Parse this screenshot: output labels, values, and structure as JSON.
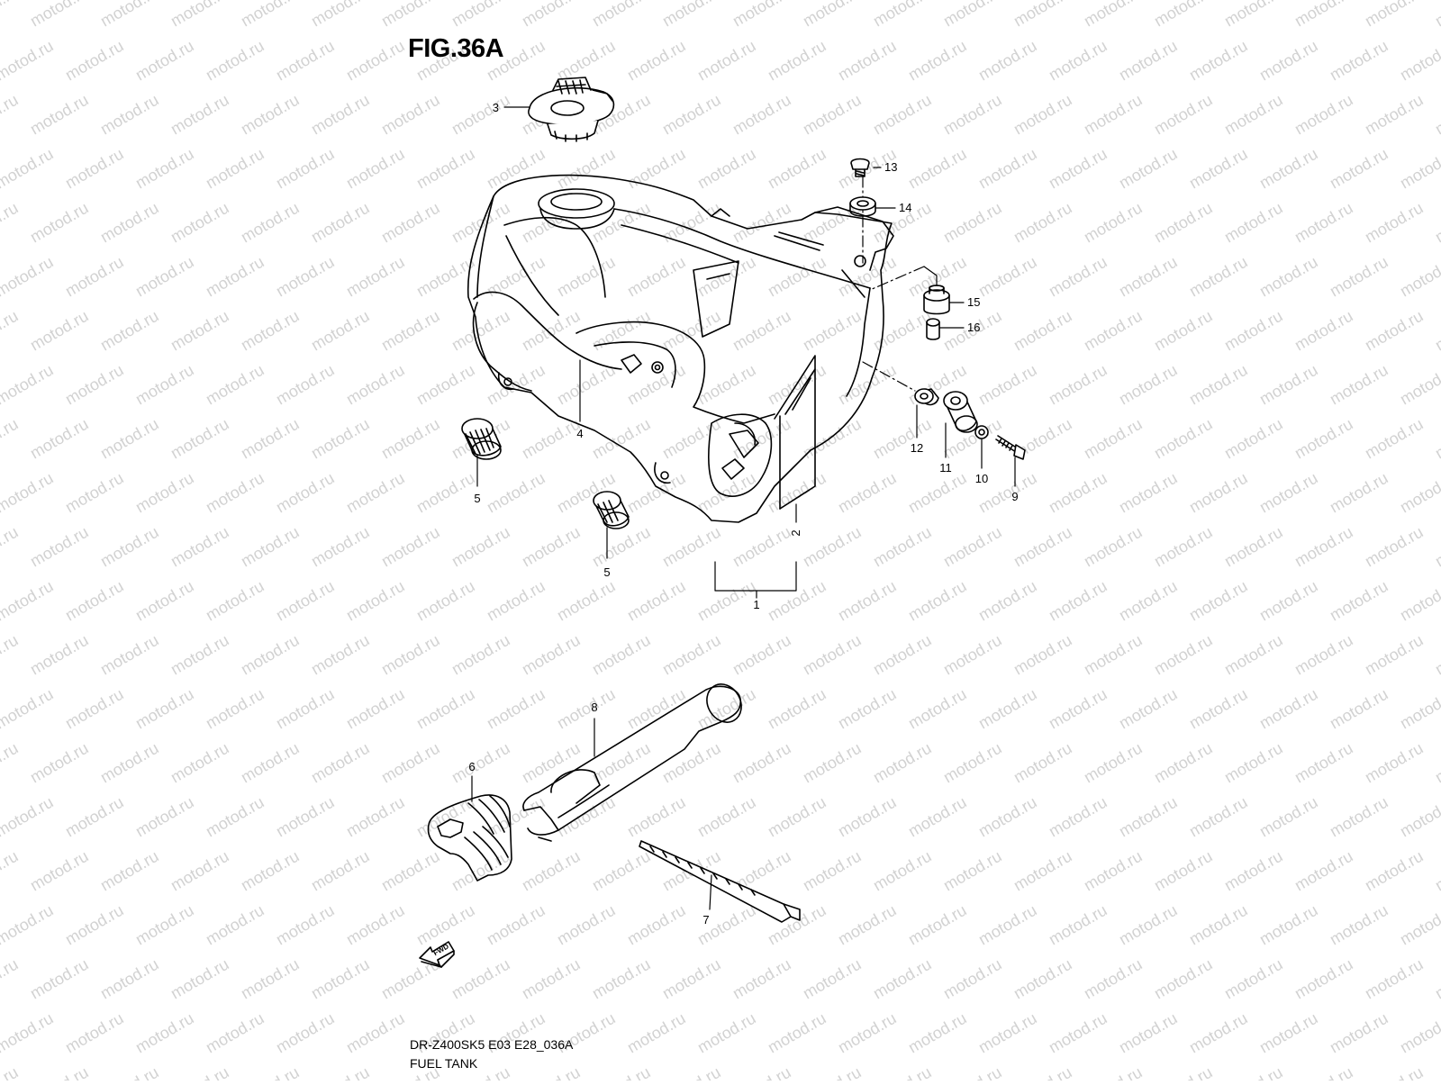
{
  "figure": {
    "title": "FIG.36A",
    "model_code": "DR-Z400SK5 E03 E28_036A",
    "name": "FUEL TANK",
    "watermark": "motod.ru",
    "fwd_label": "FWD"
  },
  "callouts": [
    "1",
    "2",
    "3",
    "4",
    "5",
    "5",
    "6",
    "7",
    "8",
    "9",
    "10",
    "11",
    "12",
    "13",
    "14",
    "15",
    "16"
  ],
  "colors": {
    "line": "#000000",
    "watermark": "#d2d2d2",
    "background": "#ffffff"
  }
}
